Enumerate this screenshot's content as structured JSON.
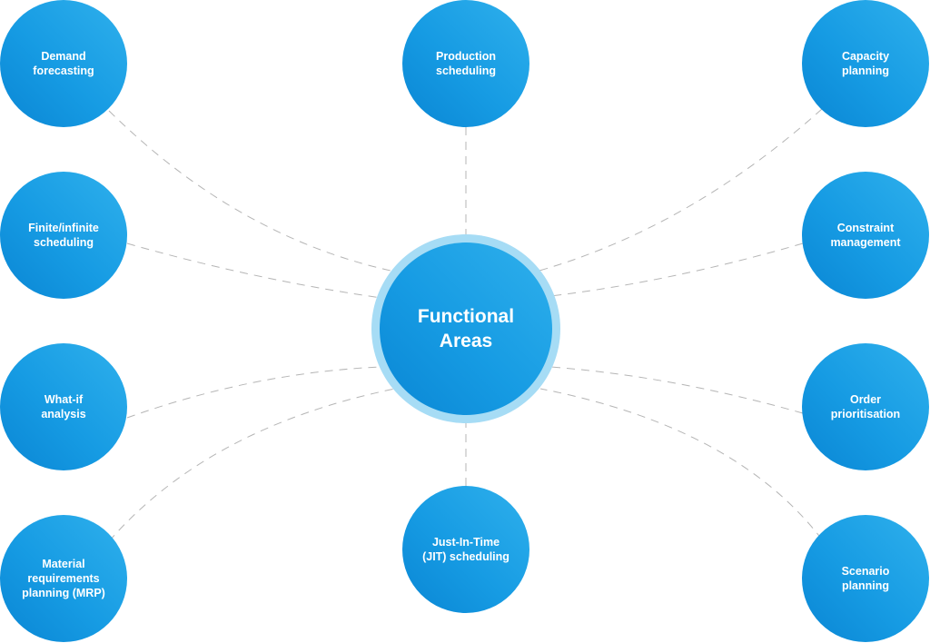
{
  "diagram": {
    "center_label": "Functional\nAreas",
    "nodes": [
      {
        "id": "demand-forecasting",
        "label": "Demand\nforecasting"
      },
      {
        "id": "production-scheduling",
        "label": "Production\nscheduling"
      },
      {
        "id": "capacity-planning",
        "label": "Capacity\nplanning"
      },
      {
        "id": "finite-infinite-scheduling",
        "label": "Finite/infinite\nscheduling"
      },
      {
        "id": "constraint-management",
        "label": "Constraint\nmanagement"
      },
      {
        "id": "what-if-analysis",
        "label": "What-if\nanalysis"
      },
      {
        "id": "order-prioritisation",
        "label": "Order\nprioritisation"
      },
      {
        "id": "material-requirements-planning",
        "label": "Material\nrequirements\nplanning (MRP)"
      },
      {
        "id": "jit-scheduling",
        "label": "Just-In-Time\n(JIT) scheduling"
      },
      {
        "id": "scenario-planning",
        "label": "Scenario\nplanning"
      }
    ]
  },
  "colors": {
    "node_fill": "#169be3",
    "center_ring": "#a6dcf5",
    "connector": "#b5b5b5",
    "label_text": "#ffffff"
  }
}
